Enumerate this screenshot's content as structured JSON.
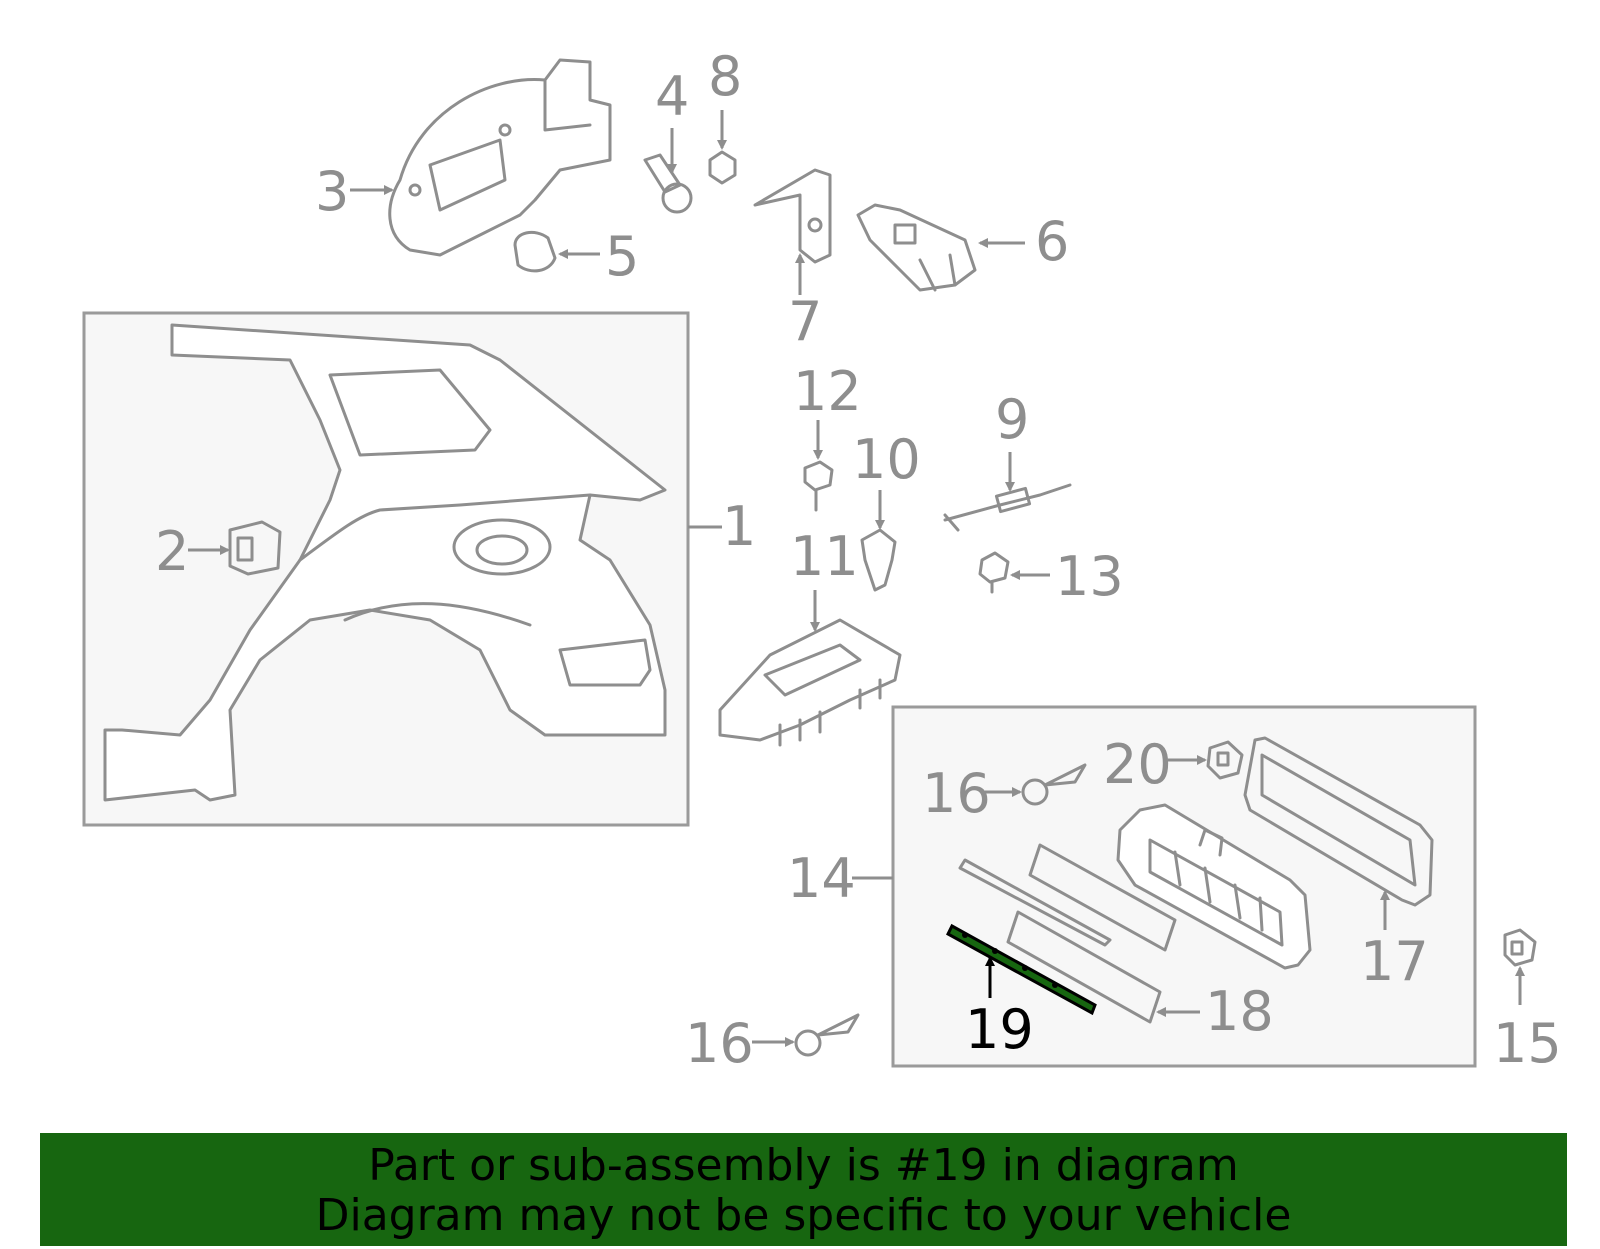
{
  "diagram": {
    "highlight_color": "#176610",
    "callouts": {
      "c1": "1",
      "c2": "2",
      "c3": "3",
      "c4": "4",
      "c5": "5",
      "c6": "6",
      "c7": "7",
      "c8": "8",
      "c9": "9",
      "c10": "10",
      "c11": "11",
      "c12": "12",
      "c13": "13",
      "c14": "14",
      "c15": "15",
      "c16a": "16",
      "c16b": "16",
      "c17": "17",
      "c18": "18",
      "c19": "19",
      "c20": "20"
    },
    "highlighted_part": "19"
  },
  "banner": {
    "line1": "Part or sub-assembly is #19 in diagram",
    "line2": "Diagram may not be specific to your vehicle",
    "background": "#176610"
  }
}
